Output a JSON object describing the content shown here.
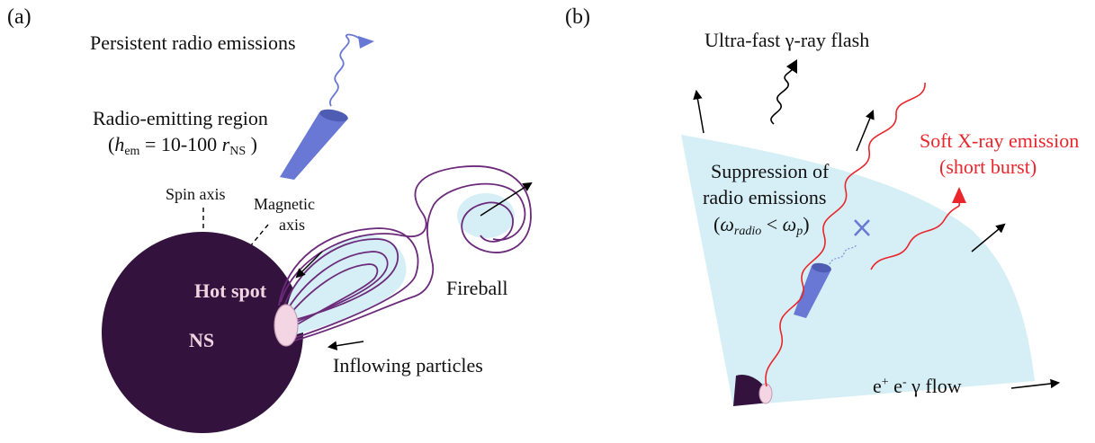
{
  "panel_a": {
    "label": "(a)",
    "persistent_radio": "Persistent radio emissions",
    "radio_region_line1": "Radio-emitting region",
    "radio_region_line2_prefix": "(",
    "h_symbol": "h",
    "h_sub": "em",
    "radio_region_eq": " = 10-100 ",
    "r_symbol": "r",
    "r_sub": "NS",
    "radio_region_close": " )",
    "spin_axis": "Spin axis",
    "magnetic_axis_1": "Magnetic",
    "magnetic_axis_2": "axis",
    "hot_spot": "Hot spot",
    "ns": "NS",
    "fireball": "Fireball",
    "inflowing": "Inflowing particles"
  },
  "panel_b": {
    "label": "(b)",
    "gamma_flash": "Ultra-fast γ-ray flash",
    "suppression_1": "Suppression of",
    "suppression_2": "radio emissions",
    "omega_open": "(",
    "omega_radio": "ω",
    "omega_radio_sub": "radio",
    "omega_lt": " < ",
    "omega_p": "ω",
    "omega_p_sub": "p",
    "omega_close": ")",
    "soft_xray_1": "Soft X-ray emission",
    "soft_xray_2": "(short burst)",
    "flow_e": "e",
    "flow_plus": "+",
    "flow_e2": " e",
    "flow_minus": "-",
    "flow_rest": " γ flow"
  },
  "colors": {
    "neutron_star": "#34123e",
    "field_line": "#6b2a7a",
    "plasma": "#d6eff6",
    "cone": "#6878d4",
    "xray": "#e8262b"
  }
}
